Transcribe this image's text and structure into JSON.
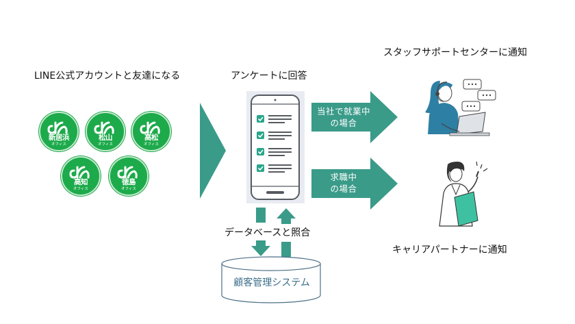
{
  "labels": {
    "line_account": "LINE公式アカウントと友達になる",
    "survey": "アンケートに回答",
    "staff_notify": "スタッフサポートセンターに通知",
    "career_notify": "キャリアパートナーに通知",
    "db_match": "データベースと照合",
    "db_system": "顧客管理システム"
  },
  "offices": [
    {
      "name": "新居浜",
      "sub": "オフィス"
    },
    {
      "name": "松山",
      "sub": "オフィス"
    },
    {
      "name": "高松",
      "sub": "オフィス"
    },
    {
      "name": "高知",
      "sub": "オフィス"
    },
    {
      "name": "徳島",
      "sub": "オフィス"
    }
  ],
  "arrows": {
    "employed": {
      "line1": "当社で就業中",
      "line2": "の場合"
    },
    "seeking": {
      "line1": "求職中",
      "line2": "の場合"
    }
  },
  "colors": {
    "teal": "#3a9b89",
    "badge_green": "#1daa4b",
    "db_blue": "#3c6f8b",
    "checkbox": "#2aa58c"
  },
  "icons": [
    "line-office-badge",
    "smartphone-checklist-icon",
    "database-icon",
    "support-operator-illustration",
    "career-partner-illustration"
  ]
}
